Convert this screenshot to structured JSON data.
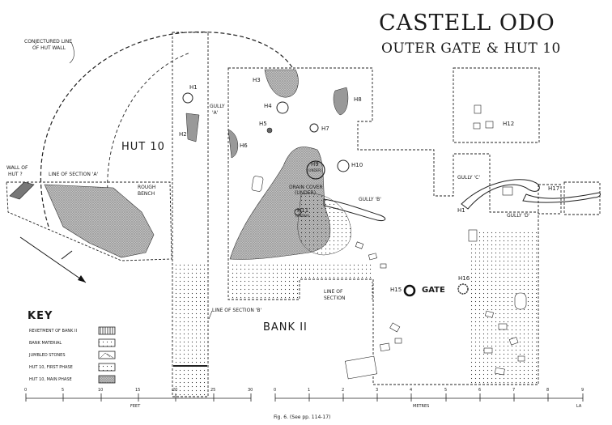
{
  "title": {
    "line1": "CASTELL ODO",
    "line2": "OUTER GATE & HUT 10"
  },
  "labels": {
    "conjectured": "CONJECTURED LINE",
    "conjectured2": "OF HUT WALL",
    "hut10": "HUT 10",
    "wall_of_hut": "WALL OF",
    "wall_of_hut2": "HUT ?",
    "line_of_section_a": "LINE OF SECTION 'A'",
    "rough_bench": "ROUGH",
    "rough_bench2": "BENCH",
    "gully_a": "GULLY",
    "gully_a2": "'A'",
    "drain_cover": "DRAIN COVER",
    "drain_cover2": "(UNDER)",
    "gully_b": "GULLY 'B'",
    "gully_c": "GULLY 'C'",
    "gully_d": "GULLY 'D'",
    "line_of_section": "LINE OF",
    "line_of_section2": "SECTION",
    "line_of_section_b": "LINE OF SECTION 'B'",
    "bank2": "BANK II",
    "gate": "GATE"
  },
  "huts": {
    "h1": "H1",
    "h2": "H2",
    "h3": "H3",
    "h4": "H4",
    "h5": "H5",
    "h6": "H6",
    "h7": "H7",
    "h8": "H8",
    "h9": "H9",
    "h9u": "(UNDER)",
    "h10": "H10",
    "h11": "H11",
    "h11u": "(UNDER)",
    "h12": "H12",
    "h13": "H1",
    "h15": "H15",
    "h16": "H16",
    "h17": "H17"
  },
  "key": {
    "heading": "KEY",
    "items": [
      {
        "label": "REVETMENT OF BANK II",
        "pattern": "revetment"
      },
      {
        "label": "BANK MATERIAL",
        "pattern": "bank"
      },
      {
        "label": "JUMBLED STONES",
        "pattern": "stones"
      },
      {
        "label": "HUT 10, FIRST PHASE",
        "pattern": "dots"
      },
      {
        "label": "HUT 10, MAIN PHASE",
        "pattern": "stipple"
      }
    ]
  },
  "scale_feet": {
    "ticks": [
      "0",
      "5",
      "10",
      "15",
      "20",
      "25",
      "30"
    ],
    "unit": "FEET"
  },
  "scale_metres": {
    "ticks": [
      "0",
      "1",
      "2",
      "3",
      "4",
      "5",
      "6",
      "7",
      "8",
      "9"
    ],
    "unit": "METRES"
  },
  "initials": "LA",
  "caption": "Fig. 6.    (See pp. 114-17)",
  "colors": {
    "ink": "#1a1a1a",
    "paper": "#ffffff"
  }
}
